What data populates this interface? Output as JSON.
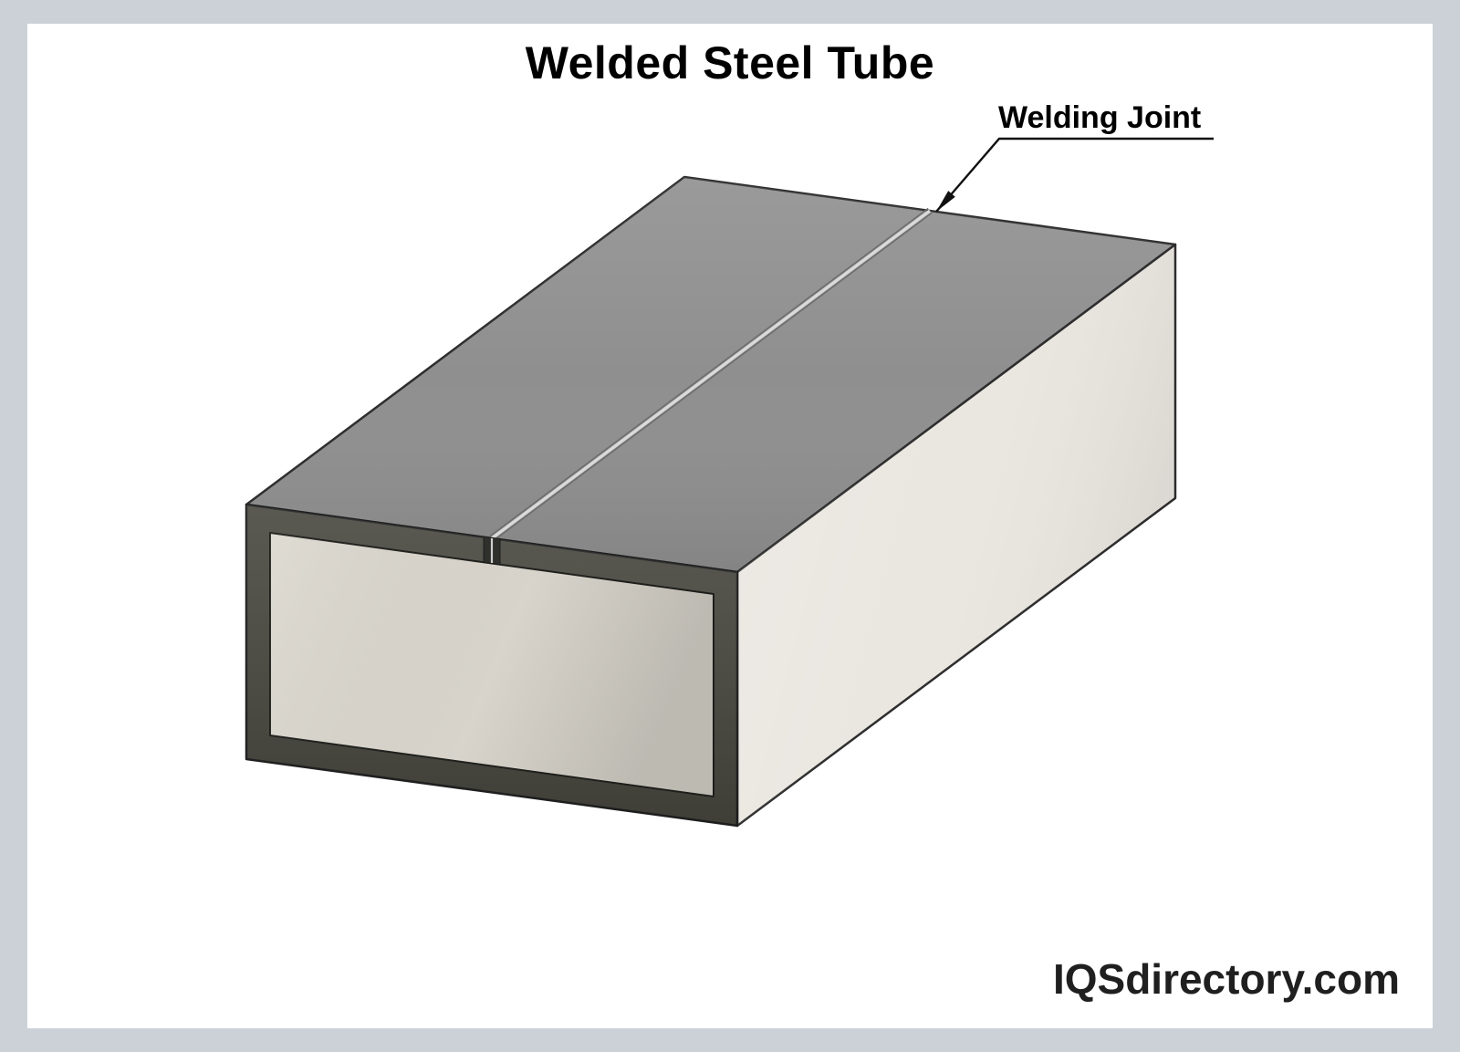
{
  "header": {
    "title": "Welded Steel Tube"
  },
  "annotations": {
    "welding_joint_label": "Welding Joint"
  },
  "footer": {
    "watermark": "IQSdirectory.com"
  },
  "colors": {
    "frame": "#ccd1d8",
    "canvas": "#ffffff",
    "top_face": "#8f8f8f",
    "side_face": "#eae6e0",
    "front_wall": "#47473f",
    "interior": "#dcd8cf",
    "seam_light": "#dadada",
    "seam_dark": "#6e6e6e",
    "outline": "#2d2d2d",
    "leader_line": "#111111",
    "arrowhead": "#111111"
  }
}
